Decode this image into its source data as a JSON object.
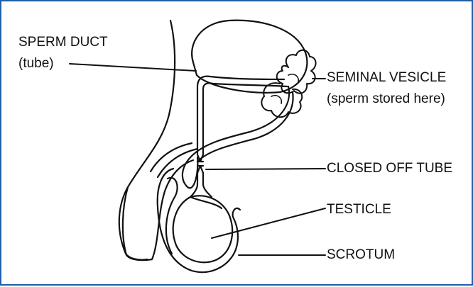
{
  "labels": {
    "sperm_duct": "SPERM DUCT",
    "sperm_duct_sub": "(tube)",
    "seminal_vesicle": "SEMINAL VESICLE",
    "seminal_vesicle_sub": "(sperm stored here)",
    "closed_off_tube": "CLOSED OFF TUBE",
    "testicle": "TESTICLE",
    "scrotum": "SCROTUM"
  },
  "colors": {
    "frame": "#1f5fa8",
    "line": "#111111",
    "background": "#ffffff"
  }
}
